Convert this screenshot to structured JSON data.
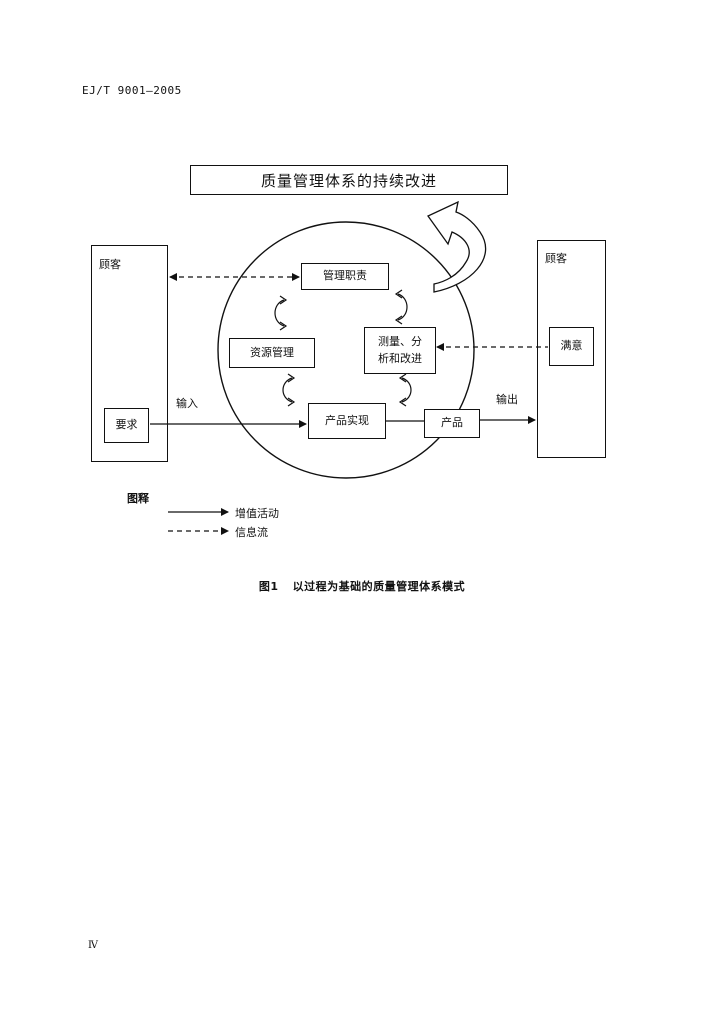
{
  "header": {
    "doc_code": "EJ/T 9001—2005"
  },
  "banner": {
    "title": "质量管理体系的持续改进"
  },
  "diagram": {
    "customer_left": {
      "title": "顾客",
      "requirement": "要求"
    },
    "customer_right": {
      "title": "顾客",
      "satisfaction": "满意"
    },
    "nodes": {
      "management": "管理职责",
      "resources": "资源管理",
      "measurement_line1": "测量、分",
      "measurement_line2": "析和改进",
      "realization": "产品实现",
      "product": "产品"
    },
    "input_label": "输入",
    "output_label": "输出"
  },
  "legend": {
    "title": "图释",
    "value_added": "增值活动",
    "information_flow": "信息流"
  },
  "caption": {
    "figure_no": "图1",
    "text": "以过程为基础的质量管理体系模式"
  },
  "page": {
    "number": "Ⅳ"
  }
}
